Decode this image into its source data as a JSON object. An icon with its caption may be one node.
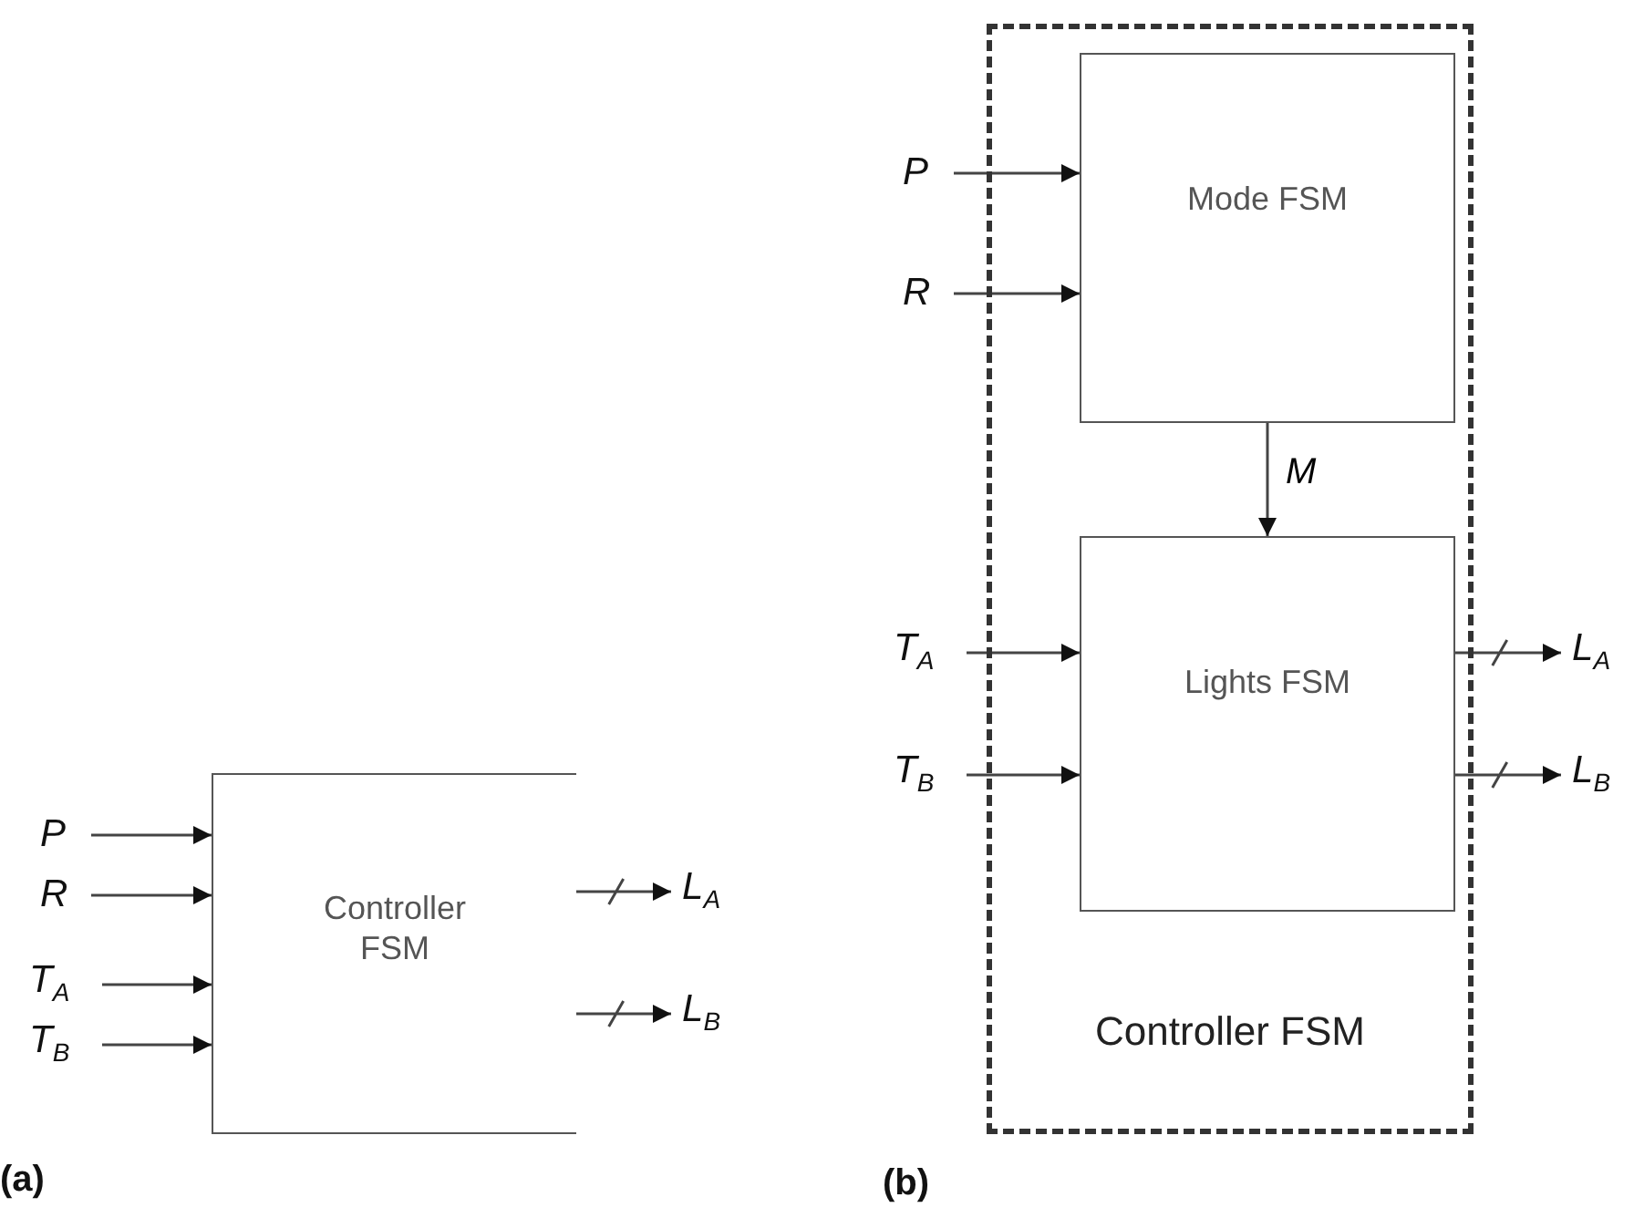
{
  "diagram": {
    "nodes": [
      {
        "text": [
          "Controller FSM"
        ]
      },
      {
        "text": [
          "P"
        ]
      },
      {
        "text": [
          "R"
        ]
      },
      {
        "text": [
          "T$_{A}$"
        ]
      },
      {
        "text": [
          "T$_{B}$"
        ]
      },
      {
        "text": [
          "L$_{A}$"
        ]
      },
      {
        "text": [
          "L$_{B}$"
        ]
      },
      {
        "text": [
          "Controller FSM"
        ]
      },
      {
        "text": [
          "Mode FSM"
        ],
        "in": 7
      },
      {
        "text": [
          "Lights FSM"
        ],
        "in": 7
      },
      {
        "text": [
          "P"
        ]
      },
      {
        "text": [
          "R"
        ]
      },
      {
        "text": [
          "T$_{A}$"
        ]
      },
      {
        "text": [
          "T$_{B}$"
        ]
      },
      {
        "text": [
          "L$_{A}$"
        ]
      },
      {
        "text": [
          "L$_{B}$"
        ]
      }
    ],
    "edges": [
      {
        "from": 1,
        "to": 0,
        "arrow": "to"
      },
      {
        "from": 2,
        "to": 0,
        "arrow": "to"
      },
      {
        "from": 3,
        "to": 0,
        "arrow": "to"
      },
      {
        "from": 4,
        "to": 0,
        "arrow": "to"
      },
      {
        "from": 0,
        "to": 5,
        "arrow": "to"
      },
      {
        "from": 0,
        "to": 6,
        "arrow": "to"
      },
      {
        "from": 10,
        "to": 8,
        "arrow": "to"
      },
      {
        "from": 11,
        "to": 8,
        "arrow": "to"
      },
      {
        "from": 8,
        "to": 9,
        "arrow": "to",
        "label": "M"
      },
      {
        "from": 12,
        "to": 9,
        "arrow": "to"
      },
      {
        "from": 13,
        "to": 9,
        "arrow": "to"
      },
      {
        "from": 9,
        "to": 14,
        "arrow": "to"
      },
      {
        "from": 9,
        "to": 15,
        "arrow": "to"
      }
    ],
    "labels": [
      "(a)",
      "(b)"
    ]
  }
}
